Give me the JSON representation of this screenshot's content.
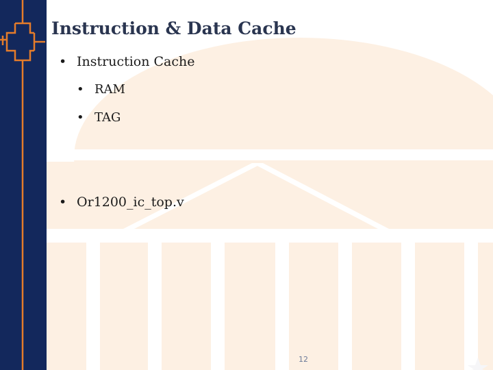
{
  "slide": {
    "title": "Instruction & Data Cache",
    "bullets": [
      {
        "text": "Instruction Cache",
        "level": 1
      },
      {
        "text": "RAM",
        "level": 2
      },
      {
        "text": "TAG",
        "level": 2
      },
      {
        "text": "Or1200_ic_top.v",
        "level": 1
      }
    ],
    "bullet_glyph": "•",
    "page_number": "12"
  },
  "colors": {
    "sidebar": "#13285c",
    "accent_orange": "#e57c2a",
    "background_art": "#fdf0e3",
    "title_text": "#2a3550"
  },
  "icons": {
    "sidebar_decoration": "circuit-pattern-icon",
    "background": "rotunda-building-illustration"
  }
}
